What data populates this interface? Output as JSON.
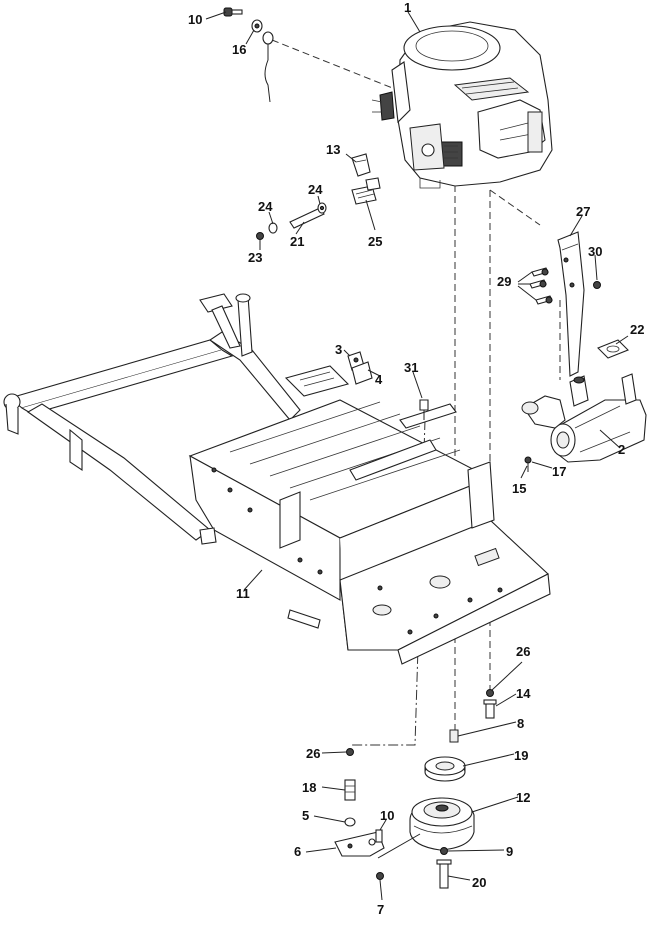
{
  "diagram": {
    "callouts": [
      {
        "id": "c1",
        "text": "1"
      },
      {
        "id": "c2",
        "text": "2"
      },
      {
        "id": "c3",
        "text": "3"
      },
      {
        "id": "c4",
        "text": "4"
      },
      {
        "id": "c5",
        "text": "5"
      },
      {
        "id": "c6",
        "text": "6"
      },
      {
        "id": "c7",
        "text": "7"
      },
      {
        "id": "c8",
        "text": "8"
      },
      {
        "id": "c9",
        "text": "9"
      },
      {
        "id": "c10a",
        "text": "10"
      },
      {
        "id": "c10b",
        "text": "10"
      },
      {
        "id": "c11",
        "text": "11"
      },
      {
        "id": "c12",
        "text": "12"
      },
      {
        "id": "c13",
        "text": "13"
      },
      {
        "id": "c14",
        "text": "14"
      },
      {
        "id": "c15",
        "text": "15"
      },
      {
        "id": "c16",
        "text": "16"
      },
      {
        "id": "c17",
        "text": "17"
      },
      {
        "id": "c18",
        "text": "18"
      },
      {
        "id": "c19",
        "text": "19"
      },
      {
        "id": "c20",
        "text": "20"
      },
      {
        "id": "c21",
        "text": "21"
      },
      {
        "id": "c22",
        "text": "22"
      },
      {
        "id": "c23",
        "text": "23"
      },
      {
        "id": "c24a",
        "text": "24"
      },
      {
        "id": "c24b",
        "text": "24"
      },
      {
        "id": "c25",
        "text": "25"
      },
      {
        "id": "c26a",
        "text": "26"
      },
      {
        "id": "c26b",
        "text": "26"
      },
      {
        "id": "c27",
        "text": "27"
      },
      {
        "id": "c29",
        "text": "29"
      },
      {
        "id": "c30",
        "text": "30"
      },
      {
        "id": "c31",
        "text": "31"
      }
    ]
  }
}
